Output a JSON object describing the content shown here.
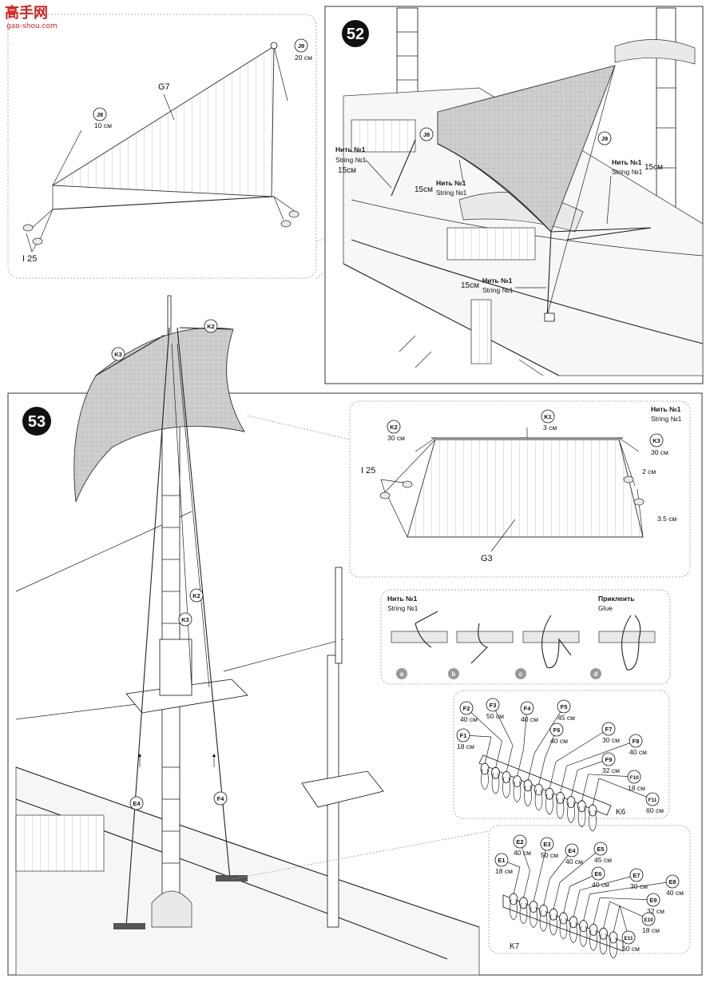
{
  "watermark": {
    "logo_text": "高手网",
    "url": "gao-shou.com"
  },
  "step52": {
    "number": "52",
    "inset": {
      "sail_part": "G7",
      "parts": [
        {
          "id": "J9",
          "length": "20 см"
        },
        {
          "id": "J8",
          "length": "10 см"
        }
      ],
      "block_part": "I 25"
    },
    "main": {
      "callouts": [
        {
          "id": "J8"
        },
        {
          "id": "J9"
        }
      ],
      "strings": [
        {
          "ru": "Нить №1",
          "en": "String №1",
          "length": "15см"
        },
        {
          "ru": "Нить №1",
          "en": "String №1",
          "length": "15см"
        },
        {
          "ru": "Нить №1",
          "en": "String №1",
          "length": "15см"
        },
        {
          "ru": "Нить №1",
          "en": "String №1",
          "length": "15см"
        }
      ]
    }
  },
  "step53": {
    "number": "53",
    "main_callouts": [
      {
        "id": "K2"
      },
      {
        "id": "K3"
      },
      {
        "id": "K2"
      },
      {
        "id": "K3"
      },
      {
        "id": "E4"
      },
      {
        "id": "F4"
      }
    ],
    "sail_inset": {
      "sail_part": "G3",
      "string_ru": "Нить №1",
      "string_en": "String №1",
      "parts": [
        {
          "id": "K1",
          "length": "3 см"
        },
        {
          "id": "K2",
          "length": "30 см"
        },
        {
          "id": "K3",
          "length": "30 см"
        }
      ],
      "block_part": "I 25",
      "dims": [
        "2 см",
        "3.5 см"
      ]
    },
    "knot_inset": {
      "string_ru": "Нить №1",
      "string_en": "String №1",
      "glue_ru": "Приклеить",
      "glue_en": "Glue",
      "steps": [
        "a",
        "b",
        "c",
        "d"
      ]
    },
    "f_rail": {
      "rail_part": "K6",
      "items": [
        {
          "id": "F1",
          "length": "18 см"
        },
        {
          "id": "F2",
          "length": "40 см"
        },
        {
          "id": "F3",
          "length": "50 см"
        },
        {
          "id": "F4",
          "length": "40 см"
        },
        {
          "id": "F5",
          "length": "45 см"
        },
        {
          "id": "F6",
          "length": "40 см"
        },
        {
          "id": "F7",
          "length": "30 см"
        },
        {
          "id": "F8",
          "length": "40 см"
        },
        {
          "id": "F9",
          "length": "32 см"
        },
        {
          "id": "F10",
          "length": "18 см"
        },
        {
          "id": "F11",
          "length": "60 см"
        }
      ]
    },
    "e_rail": {
      "rail_part": "K7",
      "items": [
        {
          "id": "E1",
          "length": "18 см"
        },
        {
          "id": "E2",
          "length": "40 см"
        },
        {
          "id": "E3",
          "length": "50 см"
        },
        {
          "id": "E4",
          "length": "40 см"
        },
        {
          "id": "E5",
          "length": "45 см"
        },
        {
          "id": "E6",
          "length": "40 см"
        },
        {
          "id": "E7",
          "length": "30 см"
        },
        {
          "id": "E8",
          "length": "40 см"
        },
        {
          "id": "E9",
          "length": "32 см"
        },
        {
          "id": "E10",
          "length": "18 см"
        },
        {
          "id": "E11",
          "length": "60 см"
        }
      ]
    }
  }
}
